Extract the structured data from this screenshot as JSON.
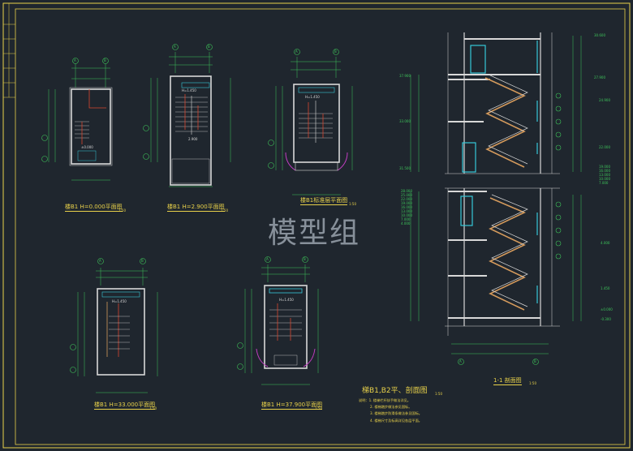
{
  "watermark": "模型组",
  "titles": {
    "plan_0": "楼B1 H=0.000平面图",
    "plan_1": "楼B1 H=2.900平面图",
    "plan_2": "楼B1标准层平面图",
    "plan_3": "楼B1 H=33.000平面图",
    "plan_4": "楼B1 H=37.900平面图",
    "section": "1-1 剖面图"
  },
  "scales": [
    "1:50",
    "1:50",
    "1:50",
    "1:50",
    "1:50",
    "1:50"
  ],
  "main_title": "梯B1,B2平、剖面图",
  "main_scale": "1:50",
  "notes": [
    "说明：1. 楼梯栏杆扶手做法详见。",
    "2. 楼梯踏步做法参见国标。",
    "3. 楼梯踏步防滑条做法参见国标。",
    "4. 楼梯尺寸及标高详见各层平面。"
  ],
  "levels": {
    "right_top": [
      "30.600",
      "27.900",
      "24.900",
      "22.000"
    ],
    "right_mid": [
      "19.000",
      "16.000",
      "13.000",
      "10.000",
      "7.000"
    ],
    "right_bot": [
      "4.000",
      "1.450",
      "±0.000",
      "-0.300"
    ],
    "left_top": [
      "37.900",
      "33.000",
      "31.500"
    ],
    "left_list": [
      "28.000",
      "25.000",
      "22.000",
      "19.000",
      "16.000",
      "13.000",
      "10.000",
      "7.000",
      "4.000"
    ],
    "elev_marks": [
      "H=1.450",
      "H=1.450",
      "H=1.450",
      "H=1.450",
      "±0.000",
      "2.900"
    ]
  },
  "axis_tags": [
    "A",
    "B",
    "A",
    "B",
    "A",
    "B",
    "A",
    "B",
    "A",
    "B",
    "A",
    "B"
  ],
  "colors": {
    "bg": "#1f262e",
    "frame": "#e8d14a",
    "wall": "#d8d8d8",
    "dim": "#3ec45a",
    "stair_red": "#d8472e",
    "stair_brown": "#d49a5c",
    "cyan": "#36c8d8",
    "magenta": "#c13ec1"
  }
}
